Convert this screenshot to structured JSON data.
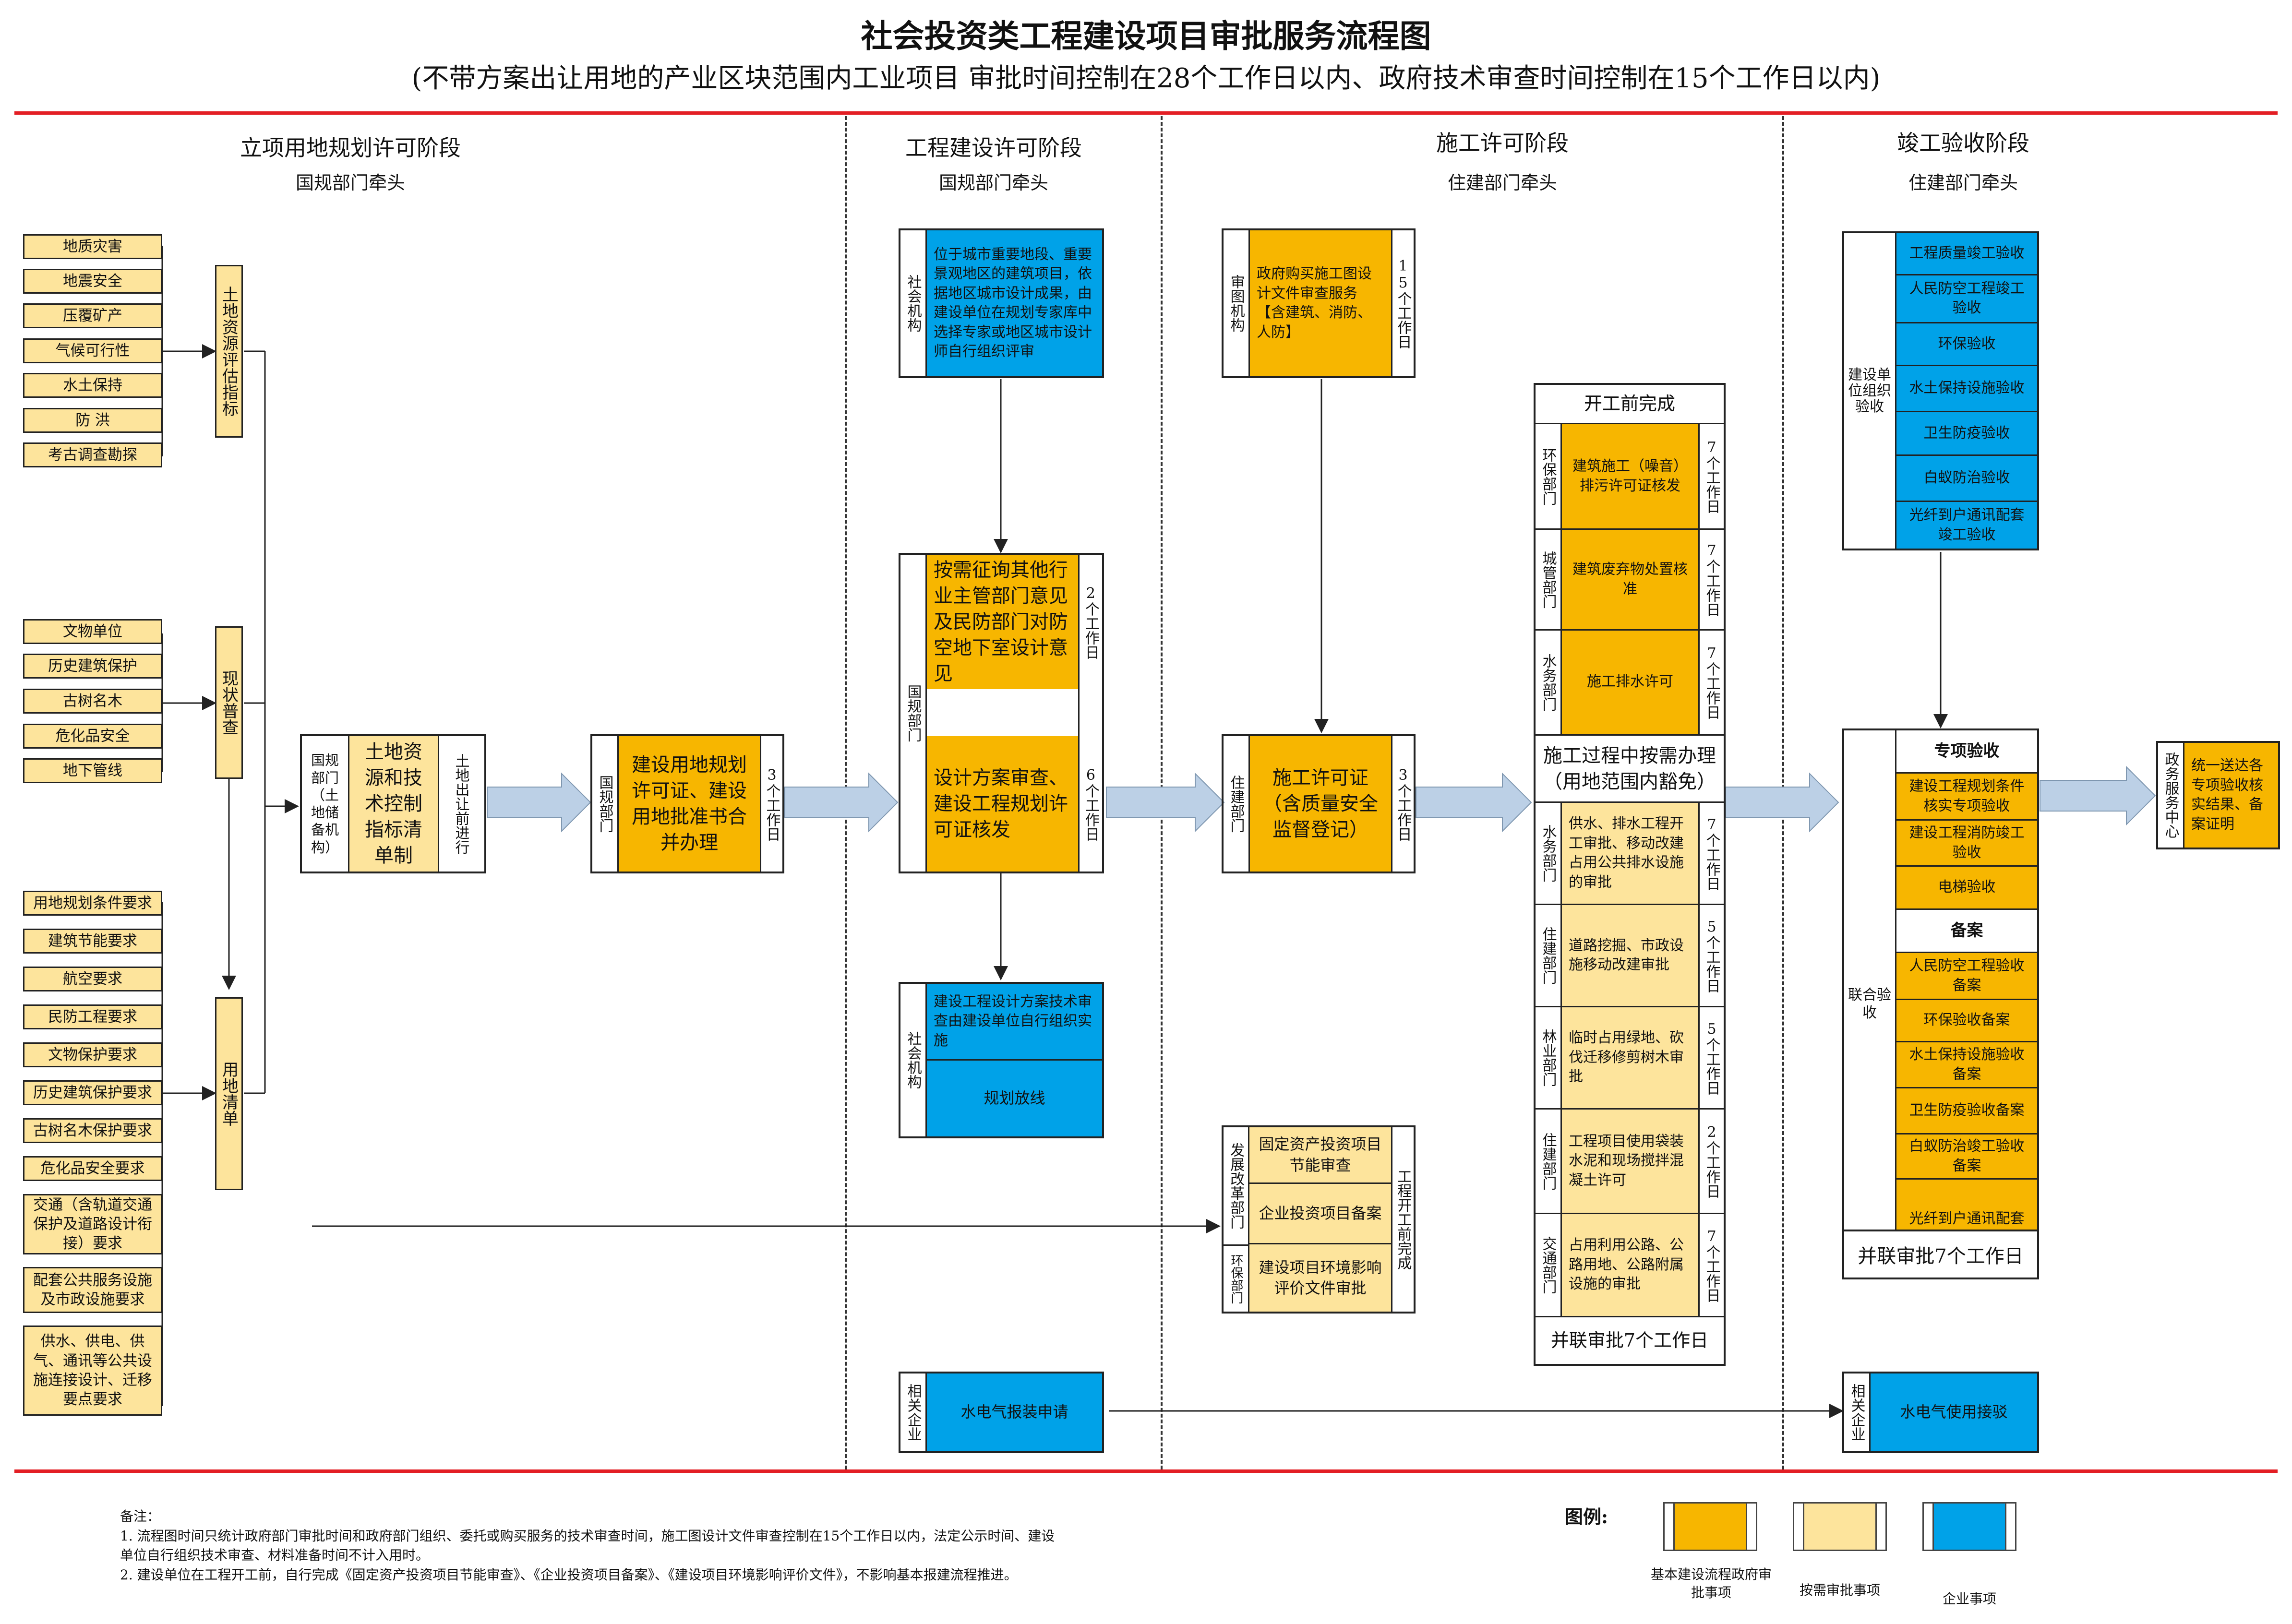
{
  "title": "社会投资类工程建设项目审批服务流程图",
  "subtitle": "(不带方案出让用地的产业区块范围内工业项目  审批时间控制在28个工作日以内、政府技术审查时间控制在15个工作日以内)",
  "stages": [
    {
      "name": "立项用地规划许可阶段",
      "lead": "国规部门牵头"
    },
    {
      "name": "工程建设许可阶段",
      "lead": "国规部门牵头"
    },
    {
      "name": "施工许可阶段",
      "lead": "住建部门牵头"
    },
    {
      "name": "竣工验收阶段",
      "lead": "住建部门牵头"
    }
  ],
  "left_groups": [
    {
      "items": [
        "地质灾害",
        "地震安全",
        "压覆矿产",
        "气候可行性",
        "水土保持",
        "防    洪",
        "考古调查勘探"
      ],
      "bar": "土地资源评估指标"
    },
    {
      "items": [
        "文物单位",
        "历史建筑保护",
        "古树名木",
        "危化品安全",
        "地下管线"
      ],
      "bar": "现状普查"
    },
    {
      "items": [
        "用地规划条件要求",
        "建筑节能要求",
        "航空要求",
        "民防工程要求",
        "文物保护要求",
        "历史建筑保护要求",
        "古树名木保护要求",
        "危化品安全要求",
        "交通（含轨道交通保护及道路设计衔接）要求",
        "配套公共服务设施及市政设施要求",
        "供水、供电、供气、通讯等公共设施连接设计、迁移要点要求"
      ],
      "bar": "用地清单"
    }
  ],
  "land_box": {
    "side": "国规部门（土地储备机构）",
    "main": "土地资源和技术控制指标清单制",
    "right": "土地出让前进行"
  },
  "plan_box": {
    "side": "国规部门",
    "main": "建设用地规划许可证、建设用地批准书合并办理",
    "days": "3个工作日"
  },
  "urban_design": {
    "side": "社会机构",
    "text": "位于城市重要地段、重要景观地区的建筑项目，依据地区城市设计成果，由建设单位在规划专家库中选择专家或地区城市设计师自行组织评审"
  },
  "consult": {
    "text": "按需征询其他行业主管部门意见及民防部门对防空地下室设计意见",
    "days": "2个工作日"
  },
  "guogui_side": "国规部门",
  "design_review": {
    "text": "设计方案审查、建设工程规划许可证核发",
    "days": "6个工作日"
  },
  "social_lower": {
    "side": "社会机构",
    "top": "建设工程设计方案技术审查由建设单位自行组织实施",
    "bottom": "规划放线"
  },
  "drawing_review": {
    "side": "审图机构",
    "text": "政府购买施工图设计文件审查服务【含建筑、消防、人防】",
    "days": "15个工作日"
  },
  "permit": {
    "side": "住建部门",
    "text": "施工许可证（含质量安全监督登记）",
    "days": "3个工作日"
  },
  "prework": {
    "rows": [
      {
        "side": "发展改革部门",
        "text": "固定资产投资项目节能审查"
      },
      {
        "side": "",
        "text": "企业投资项目备案"
      },
      {
        "side": "环保部门",
        "text": "建设项目环境影响评价文件审批"
      }
    ],
    "right": "工程开工前完成"
  },
  "utility_apply": {
    "side": "相关企业",
    "text": "水电气报装申请"
  },
  "before_start": {
    "header": "开工前完成",
    "rows": [
      {
        "side": "环保部门",
        "text": "建筑施工（噪音）排污许可证核发",
        "days": "7个工作日"
      },
      {
        "side": "城管部门",
        "text": "建筑废弃物处置核准",
        "days": "7个工作日"
      },
      {
        "side": "水务部门",
        "text": "施工排水许可",
        "days": "7个工作日"
      }
    ]
  },
  "during": {
    "header": "施工过程中按需办理（用地范围内豁免）",
    "rows": [
      {
        "side": "水务部门",
        "text": "供水、排水工程开工审批、移动改建占用公共排水设施的审批",
        "days": "7个工作日"
      },
      {
        "side": "住建部门",
        "text": "道路挖掘、市政设施移动改建审批",
        "days": "5个工作日"
      },
      {
        "side": "林业部门",
        "text": "临时占用绿地、砍伐迁移修剪树木审批",
        "days": "5个工作日"
      },
      {
        "side": "住建部门",
        "text": "工程项目使用袋装水泥和现场搅拌混凝土许可",
        "days": "2个工作日"
      },
      {
        "side": "交通部门",
        "text": "占用利用公路、公路用地、公路附属设施的审批",
        "days": "7个工作日"
      }
    ],
    "footer": "并联审批7个工作日"
  },
  "org_accept": {
    "side": "建设单位组织验收",
    "items": [
      "工程质量竣工验收",
      "人民防空工程竣工验收",
      "环保验收",
      "水土保持设施验收",
      "卫生防疫验收",
      "白蚁防治验收",
      "光纤到户通讯配套竣工验收"
    ]
  },
  "joint_accept": {
    "side": "联合验收",
    "special_header": "专项验收",
    "special": [
      "建设工程规划条件核实专项验收",
      "建设工程消防竣工验收",
      "电梯验收"
    ],
    "record_header": "备案",
    "records": [
      "人民防空工程验收备案",
      "环保验收备案",
      "水土保持设施验收备案",
      "卫生防疫验收备案",
      "白蚁防治竣工验收备案",
      "光纤到户通讯配套竣工验收备案"
    ],
    "footer": "并联审批7个工作日"
  },
  "gov_center": {
    "side": "政务服务中心",
    "text": "统一送达各专项验收核实结果、备案证明"
  },
  "utility_connect": {
    "side": "相关企业",
    "text": "水电气使用接驳"
  },
  "notes": {
    "head": "备注：",
    "lines": [
      "1. 流程图时间只统计政府部门审批时间和政府部门组织、委托或购买服务的技术审查时间，施工图设计文件审查控制在15个工作日以内，法定公示时间、建设",
      "单位自行组织技术审查、材料准备时间不计入用时。",
      "2. 建设单位在工程开工前，自行完成《固定资产投资项目节能审查》、《企业投资项目备案》、《建设项目环境影响评价文件》，不影响基本报建流程推进。"
    ]
  },
  "legend": {
    "title": "图例:",
    "items": [
      {
        "label": "基本建设流程政府审批事项",
        "color": "#f7b600"
      },
      {
        "label": "按需审批事项",
        "color": "#fde49c"
      },
      {
        "label": "企业事项",
        "color": "#00a2e8"
      }
    ]
  }
}
